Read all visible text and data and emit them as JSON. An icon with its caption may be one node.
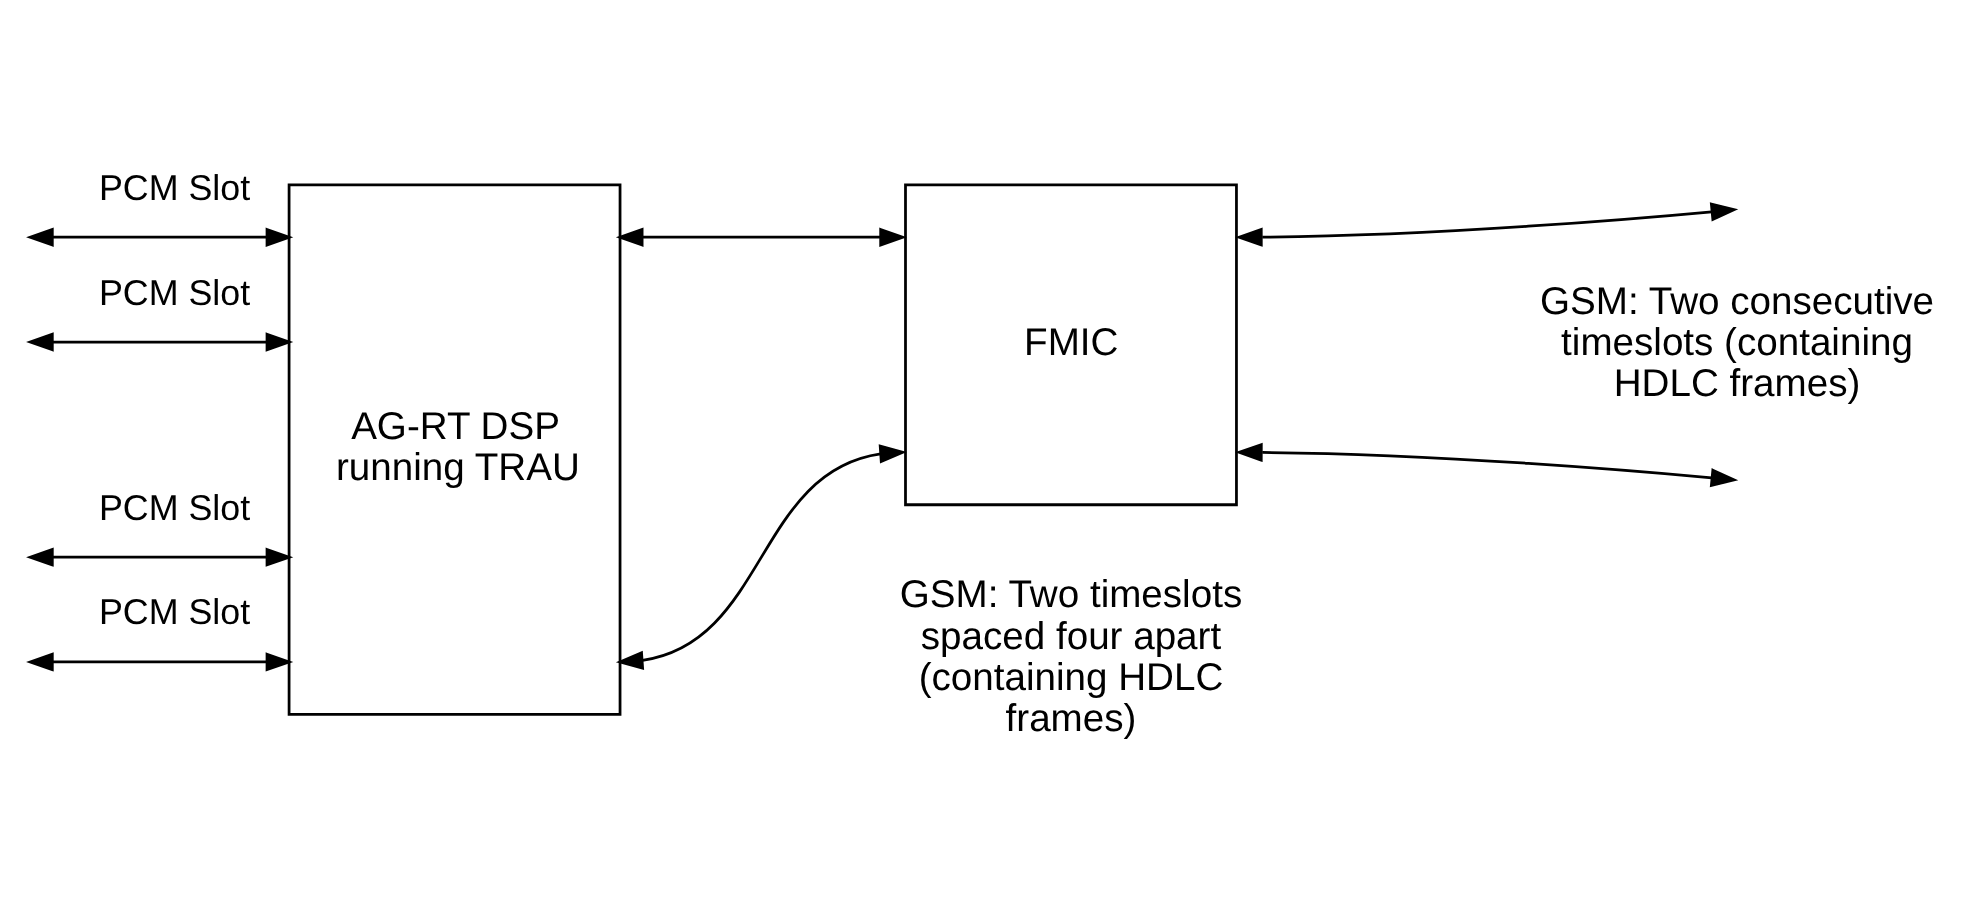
{
  "diagram": {
    "nodes": [
      {
        "text": [
          "AG-RT DSP running TRAU"
        ]
      },
      {
        "text": [
          "FMIC"
        ]
      }
    ],
    "edges": [
      {
        "from": null,
        "to": 0,
        "arrow": "both",
        "label": "PCM Slot"
      },
      {
        "from": null,
        "to": 0,
        "arrow": "both",
        "label": "PCM Slot"
      },
      {
        "from": null,
        "to": 0,
        "arrow": "both",
        "label": "PCM Slot"
      },
      {
        "from": null,
        "to": 0,
        "arrow": "both",
        "label": "PCM Slot"
      },
      {
        "from": 0,
        "to": 1,
        "arrow": "both"
      },
      {
        "from": 0,
        "to": 1,
        "arrow": "both"
      },
      {
        "from": 1,
        "to": null,
        "arrow": "both"
      },
      {
        "from": 1,
        "to": null,
        "arrow": "both"
      }
    ],
    "labels": [
      "GSM: Two timeslots spaced four apart (containing HDLC frames)",
      "GSM: Two consecutive timeslots (containing HDLC frames)"
    ]
  }
}
